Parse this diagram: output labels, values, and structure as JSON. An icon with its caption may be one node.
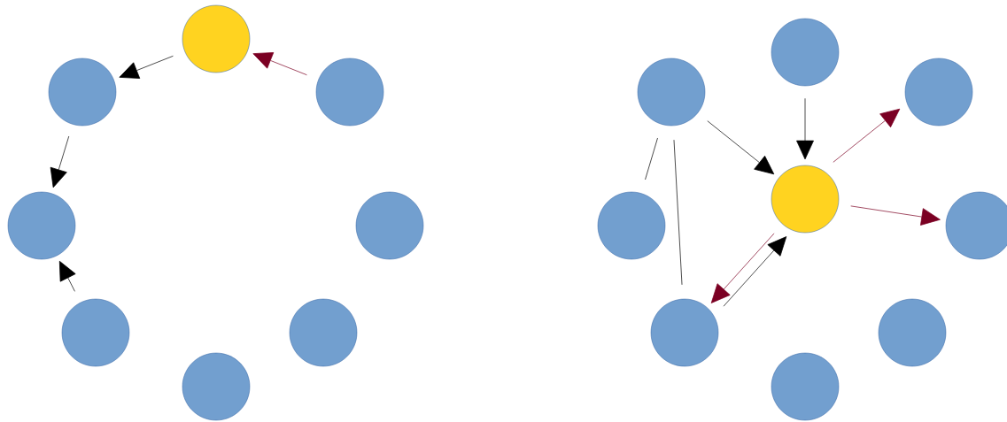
{
  "diagram": {
    "nodes": [
      {
        "text": [],
        "shape": "circle"
      },
      {
        "text": [],
        "shape": "circle"
      },
      {
        "text": [],
        "shape": "circle"
      },
      {
        "text": [],
        "shape": "circle"
      },
      {
        "text": [],
        "shape": "circle"
      },
      {
        "text": [],
        "shape": "circle"
      },
      {
        "text": [],
        "shape": "circle"
      },
      {
        "text": [],
        "shape": "circle"
      },
      {
        "text": [],
        "shape": "circle"
      },
      {
        "text": [],
        "shape": "circle"
      },
      {
        "text": [],
        "shape": "circle"
      },
      {
        "text": [],
        "shape": "circle"
      },
      {
        "text": [],
        "shape": "circle"
      },
      {
        "text": [],
        "shape": "circle"
      },
      {
        "text": [],
        "shape": "circle"
      },
      {
        "text": [],
        "shape": "circle"
      },
      {
        "text": [],
        "shape": "circle"
      }
    ],
    "edges": [
      {
        "from": 0,
        "to": 1,
        "arrow": "to"
      },
      {
        "from": 2,
        "to": 0,
        "arrow": "to",
        "color": "#7b0023"
      },
      {
        "from": 1,
        "to": 3,
        "arrow": "to"
      },
      {
        "from": 5,
        "to": 3,
        "arrow": "to"
      },
      {
        "from": 8,
        "to": 11,
        "arrow": "to"
      },
      {
        "from": 9,
        "to": 11,
        "arrow": "to"
      },
      {
        "from": 11,
        "to": 10,
        "arrow": "to",
        "color": "#7b0023"
      },
      {
        "from": 11,
        "to": 13,
        "arrow": "to",
        "color": "#7b0023"
      },
      {
        "from": 11,
        "to": 14,
        "arrow": "to",
        "color": "#7b0023"
      },
      {
        "from": 14,
        "to": 11,
        "arrow": "to"
      },
      {
        "from": 8,
        "to": 12,
        "arrow": "none"
      },
      {
        "from": 8,
        "to": 14,
        "arrow": "none"
      }
    ]
  }
}
